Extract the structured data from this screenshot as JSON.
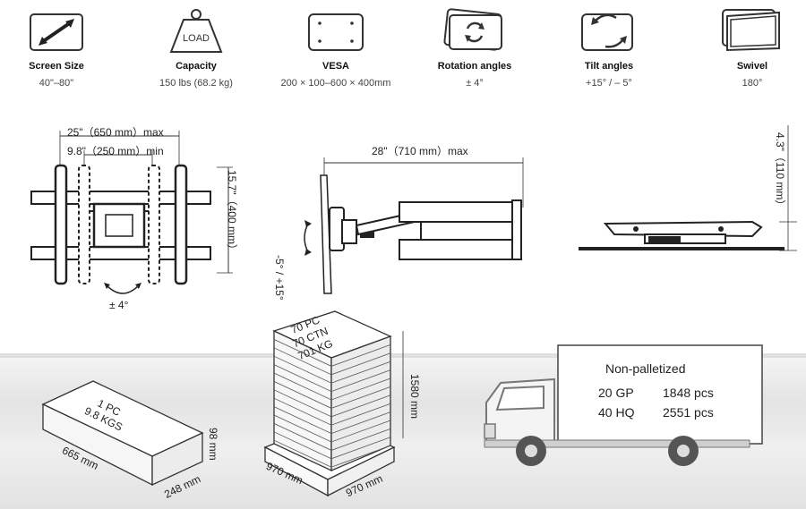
{
  "specs": [
    {
      "icon": "screen-size-icon",
      "label": "Screen Size",
      "value": "40\"–80\""
    },
    {
      "icon": "load-weight-icon",
      "icon_text": "LOAD",
      "label": "Capacity",
      "value": "150 lbs (68.2 kg)"
    },
    {
      "icon": "vesa-plate-icon",
      "label": "VESA",
      "value": "200 × 100–600 × 400mm"
    },
    {
      "icon": "rotation-icon",
      "label": "Rotation angles",
      "value": "± 4°"
    },
    {
      "icon": "tilt-icon",
      "label": "Tilt angles",
      "value": "+15°   / – 5°"
    },
    {
      "icon": "swivel-icon",
      "label": "Swivel",
      "value": "180°"
    }
  ],
  "front_view": {
    "max_width": "25\"（650 mm）max",
    "min_width": "9.8\"（250 mm）min",
    "height": "15.7\"（400 mm）",
    "rotation": "± 4°"
  },
  "side_view": {
    "extension": "28\"（710 mm）max",
    "tilt": "-5° / +15°"
  },
  "profile_view": {
    "depth": "4.3\"（110 mm）"
  },
  "carton": {
    "line1": "1 PC",
    "line2": "9.8 KGS",
    "length": "665 mm",
    "width": "248 mm",
    "height": "98 mm"
  },
  "pallet": {
    "line1": "70 PC",
    "line2": "70 CTN",
    "line3": "701 KG",
    "height": "1580 mm",
    "width_left": "970 mm",
    "width_right": "970 mm"
  },
  "truck": {
    "title": "Non-palletized",
    "rows": [
      {
        "container": "20 GP",
        "count": "1848 pcs"
      },
      {
        "container": "40 HQ",
        "count": "2551 pcs"
      }
    ]
  }
}
